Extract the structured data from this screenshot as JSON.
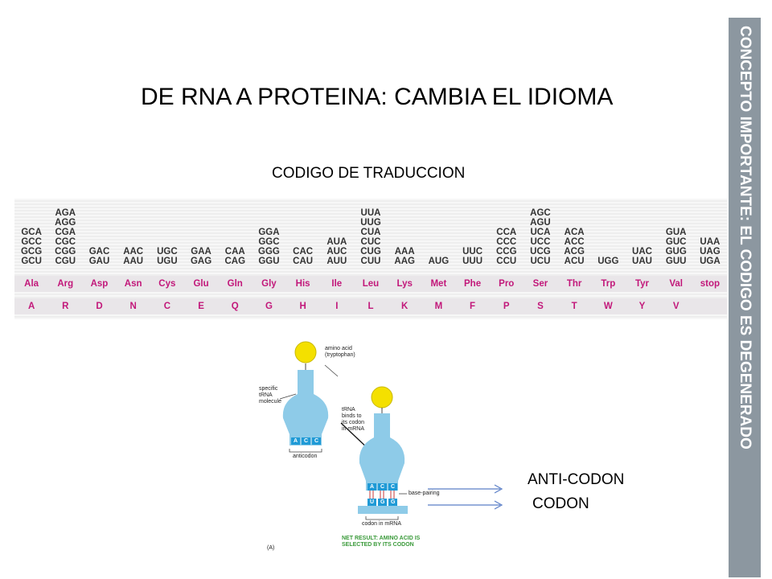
{
  "title": "DE RNA A PROTEINA: CAMBIA EL IDIOMA",
  "subtitle": "CODIGO DE TRADUCCION",
  "side_banner": "CONCEPTO IMPORTANTE: EL CODIGO ES DEGENERADO",
  "codon_table": [
    {
      "codons": [
        "GCA",
        "GCC",
        "GCG",
        "GCU"
      ],
      "aa": "Ala",
      "letter": "A"
    },
    {
      "codons": [
        "AGA",
        "AGG",
        "CGA",
        "CGC",
        "CGG",
        "CGU"
      ],
      "aa": "Arg",
      "letter": "R"
    },
    {
      "codons": [
        "GAC",
        "GAU"
      ],
      "aa": "Asp",
      "letter": "D"
    },
    {
      "codons": [
        "AAC",
        "AAU"
      ],
      "aa": "Asn",
      "letter": "N"
    },
    {
      "codons": [
        "UGC",
        "UGU"
      ],
      "aa": "Cys",
      "letter": "C"
    },
    {
      "codons": [
        "GAA",
        "GAG"
      ],
      "aa": "Glu",
      "letter": "E"
    },
    {
      "codons": [
        "CAA",
        "CAG"
      ],
      "aa": "Gln",
      "letter": "Q"
    },
    {
      "codons": [
        "GGA",
        "GGC",
        "GGG",
        "GGU"
      ],
      "aa": "Gly",
      "letter": "G"
    },
    {
      "codons": [
        "CAC",
        "CAU"
      ],
      "aa": "His",
      "letter": "H"
    },
    {
      "codons": [
        "AUA",
        "AUC",
        "AUU"
      ],
      "aa": "Ile",
      "letter": "I"
    },
    {
      "codons": [
        "UUA",
        "UUG",
        "CUA",
        "CUC",
        "CUG",
        "CUU"
      ],
      "aa": "Leu",
      "letter": "L"
    },
    {
      "codons": [
        "AAA",
        "AAG"
      ],
      "aa": "Lys",
      "letter": "K"
    },
    {
      "codons": [
        "AUG"
      ],
      "aa": "Met",
      "letter": "M"
    },
    {
      "codons": [
        "UUC",
        "UUU"
      ],
      "aa": "Phe",
      "letter": "F"
    },
    {
      "codons": [
        "CCA",
        "CCC",
        "CCG",
        "CCU"
      ],
      "aa": "Pro",
      "letter": "P"
    },
    {
      "codons": [
        "AGC",
        "AGU",
        "UCA",
        "UCC",
        "UCG",
        "UCU"
      ],
      "aa": "Ser",
      "letter": "S"
    },
    {
      "codons": [
        "ACA",
        "ACC",
        "ACG",
        "ACU"
      ],
      "aa": "Thr",
      "letter": "T"
    },
    {
      "codons": [
        "UGG"
      ],
      "aa": "Trp",
      "letter": "W"
    },
    {
      "codons": [
        "UAC",
        "UAU"
      ],
      "aa": "Tyr",
      "letter": "Y"
    },
    {
      "codons": [
        "GUA",
        "GUC",
        "GUG",
        "GUU"
      ],
      "aa": "Val",
      "letter": "V"
    },
    {
      "codons": [
        "UAA",
        "UAG",
        "UGA"
      ],
      "aa": "stop",
      "letter": ""
    }
  ],
  "diagram": {
    "amino_acid_label": "amino acid\n(tryptophan)",
    "specific_trna_label": "specific\ntRNA\nmolecule",
    "trna_binds_label": "tRNA\nbinds to\nits codon\nin mRNA",
    "anticodon_label": "anticodon",
    "base_pairing_label": "base-pairing",
    "codon_in_mrna_label": "codon in mRNA",
    "net_result_label": "NET RESULT: AMINO ACID IS\nSELECTED BY ITS CODON",
    "panel_label": "(A)",
    "anticodon_bases_1": [
      "A",
      "C",
      "C"
    ],
    "anticodon_bases_2": [
      "A",
      "C",
      "C"
    ],
    "codon_bases": [
      "U",
      "G",
      "G"
    ]
  },
  "anti_codon_label": "ANTI-CODON",
  "codon_label": "CODON",
  "colors": {
    "side_banner_bg": "#8c97a0",
    "amino_acid_text": "#c2187a",
    "trna_blue": "#8ecbe8",
    "amino_acid_yellow": "#f4e000",
    "arrow_blue": "#5b7fc7",
    "result_green": "#3a9a3a"
  }
}
